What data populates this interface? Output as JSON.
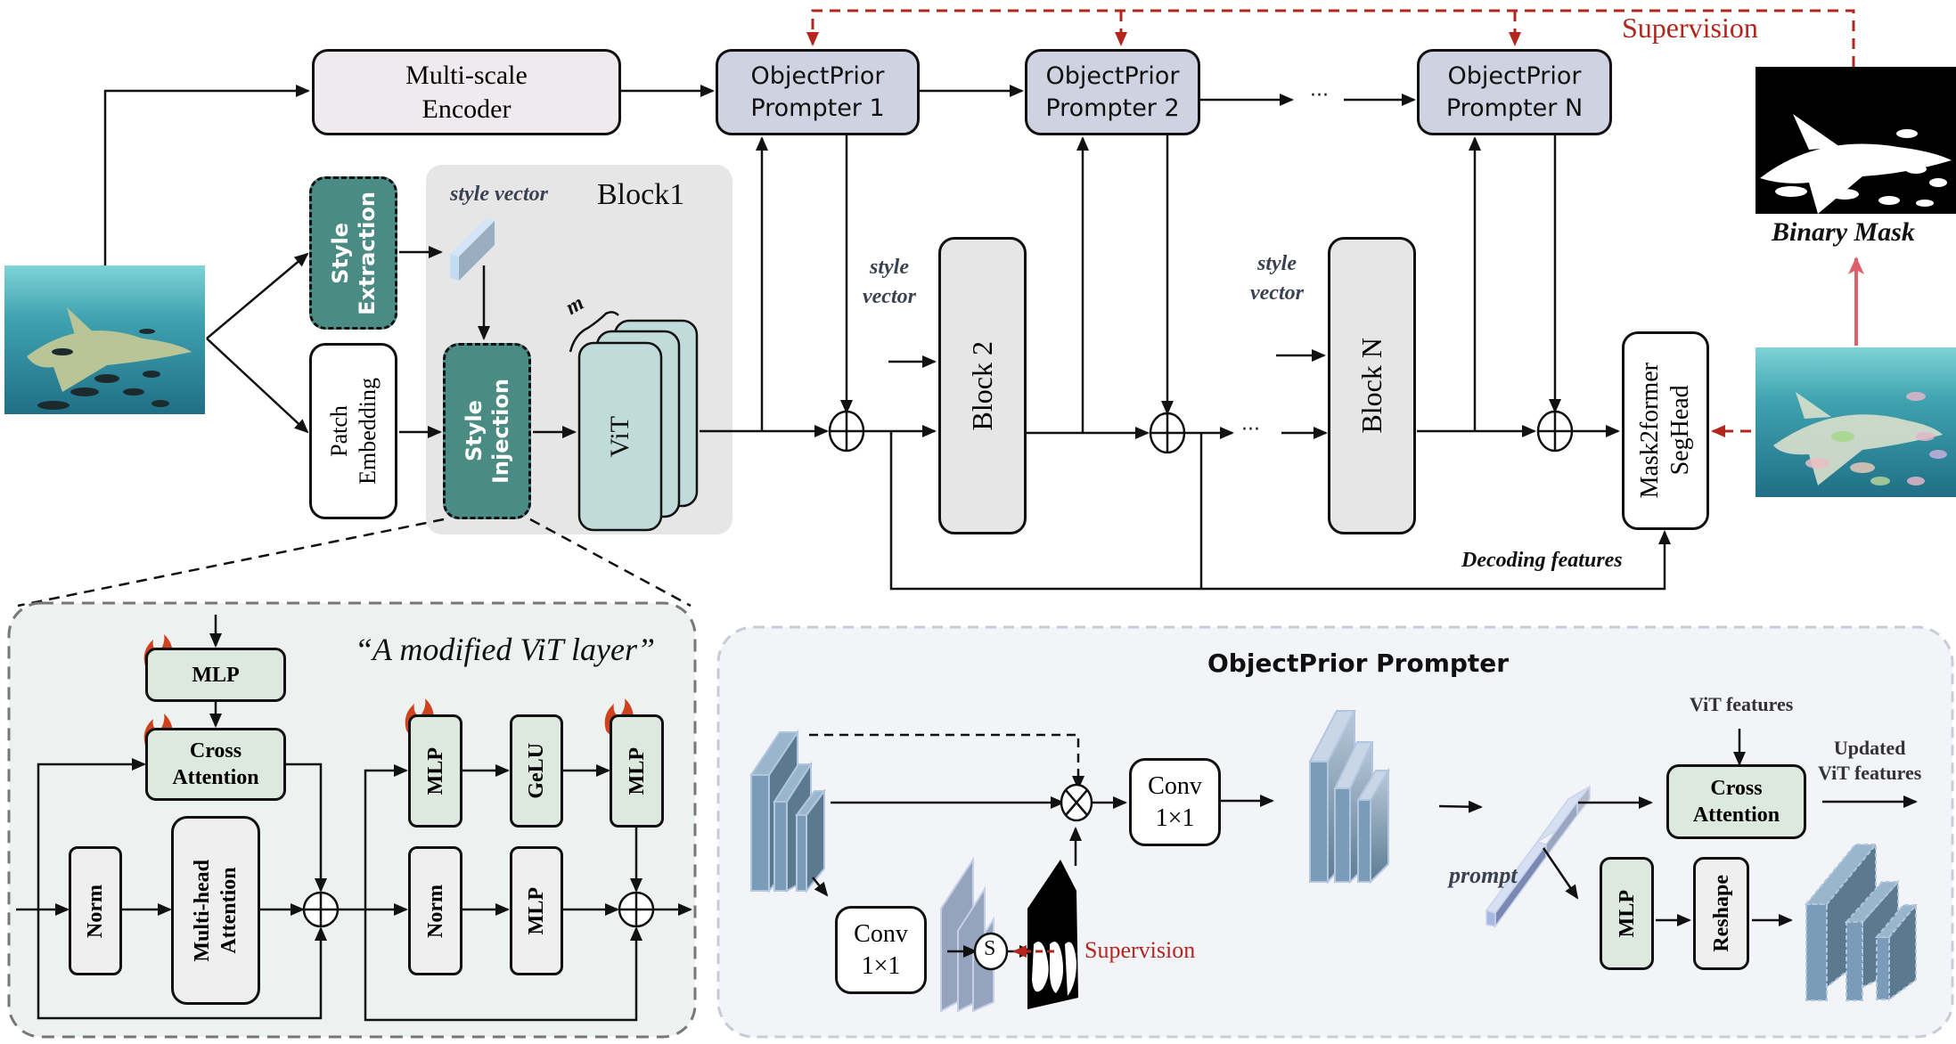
{
  "top": {
    "encoder_label": "Multi-scale\nEncoder",
    "prompters": [
      {
        "line1": "ObjectPrior",
        "line2": "Prompter 1"
      },
      {
        "line1": "ObjectPrior",
        "line2": "Prompter 2"
      },
      {
        "line1": "ObjectPrior",
        "line2": "Prompter N"
      }
    ],
    "ellipsis": "···",
    "supervision_label": "Supervision",
    "binary_mask_label": "Binary Mask"
  },
  "middle": {
    "style_extraction": "Style\nExtraction",
    "patch_embedding": "Patch\nEmbedding",
    "style_vector_label": "style vector",
    "block1_label": "Block1",
    "style_injection": "Style\nInjection",
    "vit_label": "ViT",
    "repeat_symbol": "m",
    "style_vector_2": "style\nvector",
    "style_vector_n": "style\nvector",
    "block2_label": "Block 2",
    "blockn_label": "Block N",
    "ellipsis": "···",
    "seghead_label": "Mask2former\nSegHead",
    "decoding_features": "Decoding features"
  },
  "vit_layer_panel": {
    "title": "“A modified ViT layer”",
    "mlp_top": "MLP",
    "cross_attention": "Cross\nAttention",
    "norm_1": "Norm",
    "multihead_attention": "Multi-head\nAttention",
    "mlp_a": "MLP",
    "gelu": "GeLU",
    "mlp_b": "MLP",
    "norm_2": "Norm",
    "mlp_frozen": "MLP"
  },
  "prompter_panel": {
    "title": "ObjectPrior Prompter",
    "conv_top": "Conv\n1×1",
    "conv_bottom": "Conv\n1×1",
    "softmax_symbol": "S",
    "supervision_label": "Supervision",
    "prompt_label": "prompt",
    "vit_features": "ViT features",
    "cross_attention": "Cross\nAttention",
    "updated_features": "Updated\nViT features",
    "mlp": "MLP",
    "reshape": "Reshape"
  },
  "colors": {
    "supervision_red": "#b3261e",
    "prompter_fill": "#cfd2e0",
    "teal": "#4a8c84",
    "block_gray": "#e6e6e6",
    "trainable_green": "#dde8df",
    "fire": "#d0411e",
    "snow": "#3b9ee0",
    "mask_arrow_pink": "#e0606a"
  }
}
